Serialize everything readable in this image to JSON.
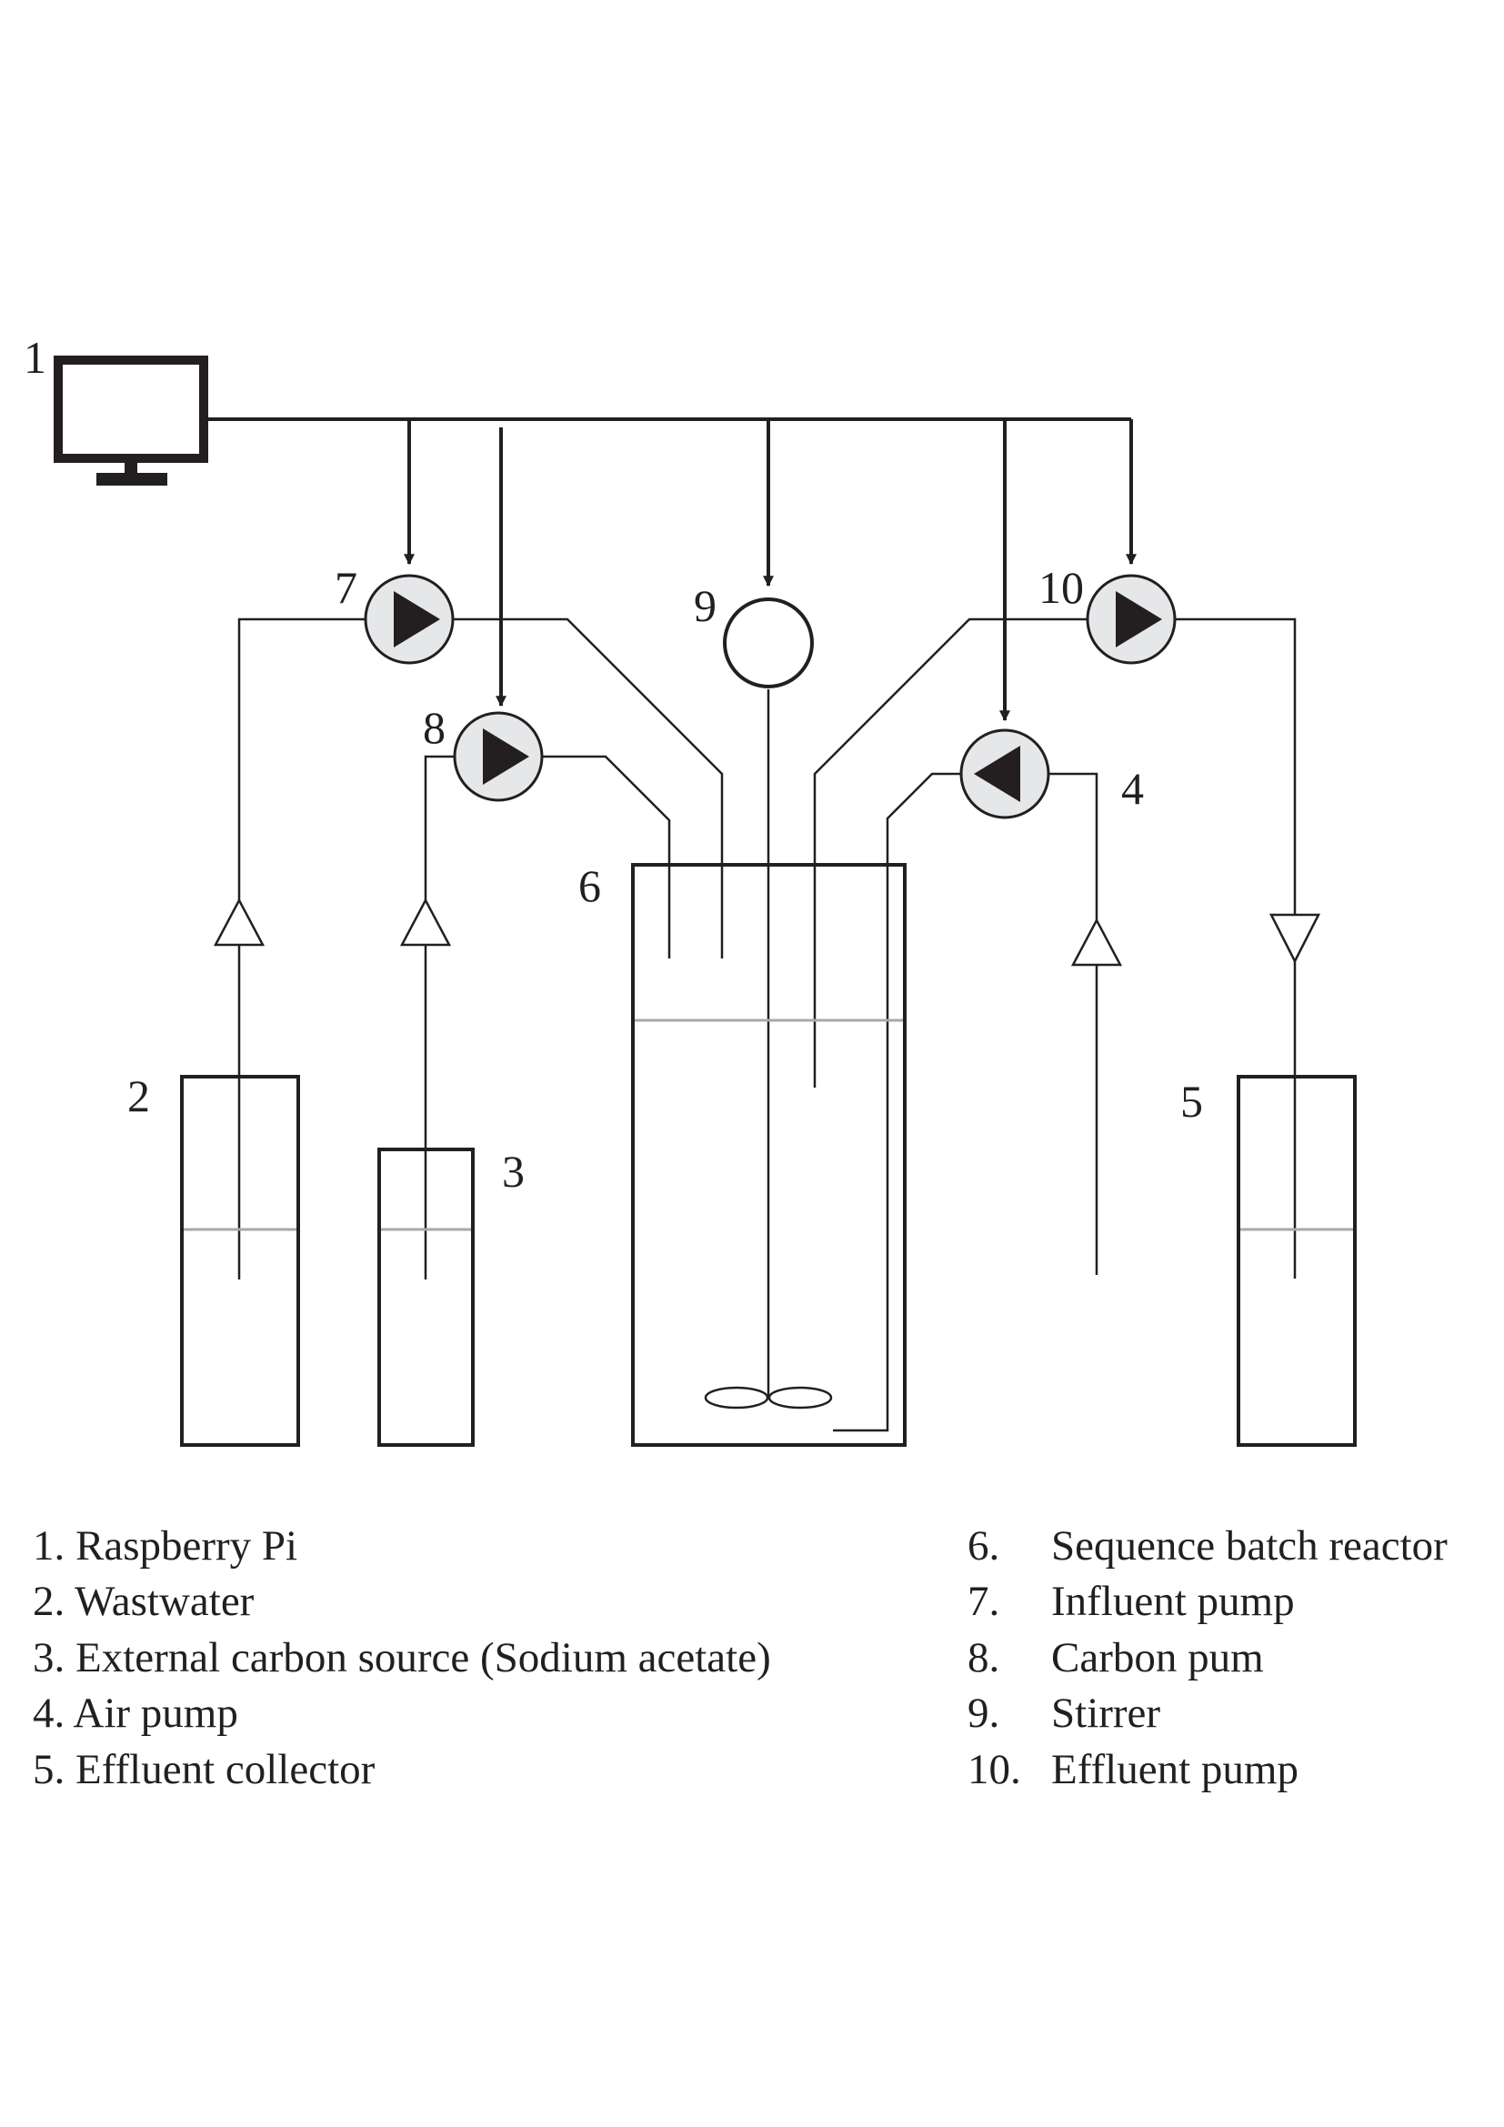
{
  "labels": {
    "pi": "1",
    "wastewater": "2",
    "carbon": "3",
    "air": "4",
    "effluent_collector": "5",
    "reactor": "6",
    "influent_pump": "7",
    "carbon_pump": "8",
    "stirrer": "9",
    "effluent_pump": "10"
  },
  "legend": {
    "left": [
      "1. Raspberry Pi",
      "2. Wastwater",
      "3. External carbon source (Sodium acetate)",
      "4. Air pump",
      "5. Effluent collector"
    ],
    "right": [
      {
        "num": "6.",
        "text": "Sequence batch reactor"
      },
      {
        "num": "7.",
        "text": "Influent pump"
      },
      {
        "num": "8.",
        "text": "Carbon pum"
      },
      {
        "num": "9.",
        "text": "Stirrer"
      },
      {
        "num": "10.",
        "text": "Effluent pump"
      }
    ]
  },
  "colors": {
    "line": "#231f20",
    "pump_fill": "#e6e7e8",
    "water": "#a7a9ac"
  },
  "icons": [
    "monitor-icon",
    "pump-icon",
    "check-valve-icon",
    "impeller-icon"
  ]
}
